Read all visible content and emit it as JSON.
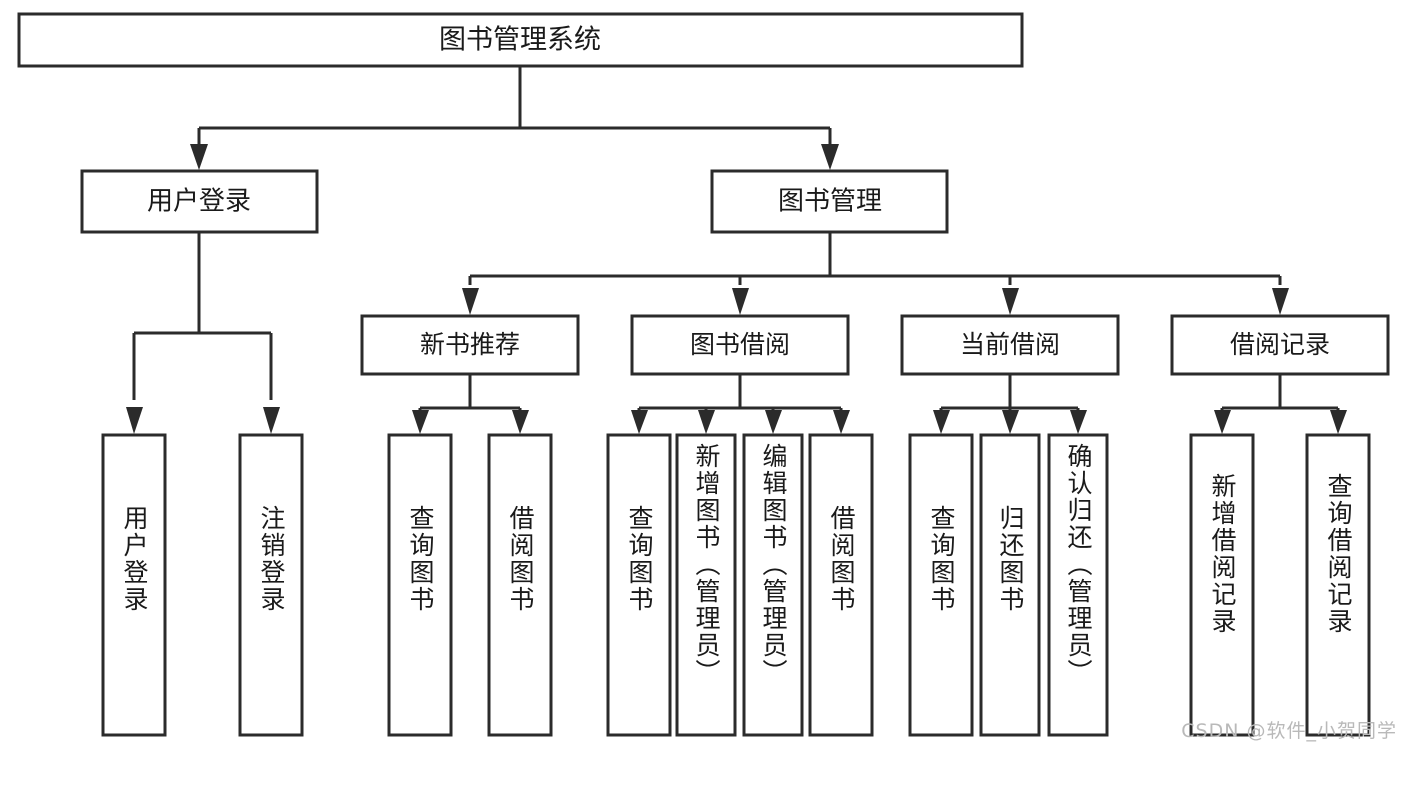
{
  "diagram": {
    "type": "hierarchy-tree",
    "title": "图书管理系统",
    "root": {
      "id": "root",
      "label": "图书管理系统"
    },
    "level2": [
      {
        "id": "user-login",
        "label": "用户登录"
      },
      {
        "id": "book-manage",
        "label": "图书管理"
      }
    ],
    "level3": [
      {
        "id": "new-book-recommend",
        "label": "新书推荐",
        "parent": "book-manage"
      },
      {
        "id": "book-borrow",
        "label": "图书借阅",
        "parent": "book-manage"
      },
      {
        "id": "current-borrow",
        "label": "当前借阅",
        "parent": "book-manage"
      },
      {
        "id": "borrow-record",
        "label": "借阅记录",
        "parent": "book-manage"
      }
    ],
    "leaves": [
      {
        "id": "leaf-user-login",
        "label": "用户登录",
        "parent": "user-login"
      },
      {
        "id": "leaf-user-logout",
        "label": "注销登录",
        "parent": "user-login"
      },
      {
        "id": "leaf-query-book-1",
        "label": "查询图书",
        "parent": "new-book-recommend"
      },
      {
        "id": "leaf-borrow-book-1",
        "label": "借阅图书",
        "parent": "new-book-recommend"
      },
      {
        "id": "leaf-query-book-2",
        "label": "查询图书",
        "parent": "book-borrow"
      },
      {
        "id": "leaf-add-book",
        "label": "新增图书（管理员）",
        "parent": "book-borrow"
      },
      {
        "id": "leaf-edit-book",
        "label": "编辑图书（管理员）",
        "parent": "book-borrow"
      },
      {
        "id": "leaf-borrow-book-2",
        "label": "借阅图书",
        "parent": "book-borrow"
      },
      {
        "id": "leaf-query-book-3",
        "label": "查询图书",
        "parent": "current-borrow"
      },
      {
        "id": "leaf-return-book",
        "label": "归还图书",
        "parent": "current-borrow"
      },
      {
        "id": "leaf-confirm-return",
        "label": "确认归还（管理员）",
        "parent": "current-borrow"
      },
      {
        "id": "leaf-add-record",
        "label": "新增借阅记录",
        "parent": "borrow-record"
      },
      {
        "id": "leaf-query-record",
        "label": "查询借阅记录",
        "parent": "borrow-record"
      }
    ],
    "colors": {
      "box_fill": "#ffffff",
      "box_stroke": "#2b2b2b",
      "text": "#1a1a1a",
      "background": "#ffffff",
      "watermark": "#b9b9b9"
    }
  },
  "watermark": {
    "text": "CSDN @软件_小贺同学"
  }
}
